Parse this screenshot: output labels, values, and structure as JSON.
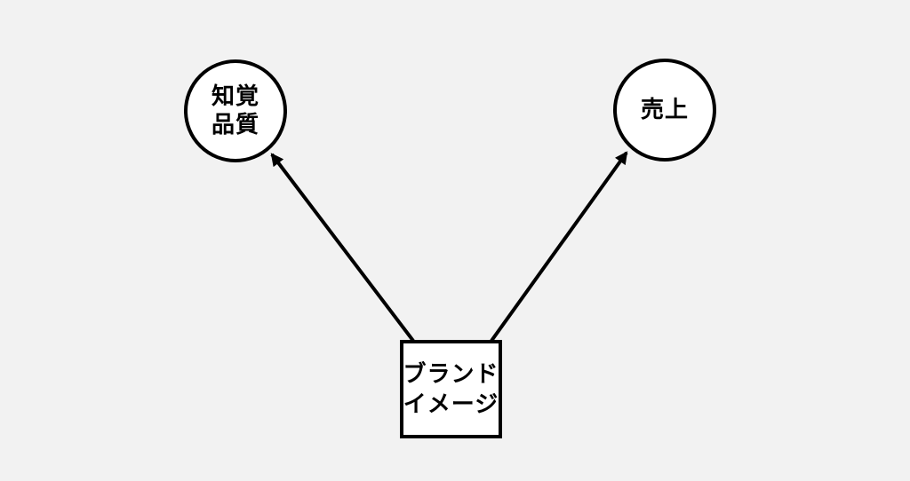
{
  "diagram": {
    "background_color": "#f2f2f2",
    "node_fill_color": "#ffffff",
    "line_color": "#000000",
    "nodes": {
      "perceived_quality": {
        "shape": "circle",
        "line1": "知覚",
        "line2": "品質"
      },
      "sales": {
        "shape": "circle",
        "label": "売上"
      },
      "brand_image": {
        "shape": "rect",
        "line1": "ブランド",
        "line2": "イメージ"
      }
    },
    "edges": [
      {
        "from": "brand_image",
        "to": "perceived_quality",
        "style": "arrow"
      },
      {
        "from": "brand_image",
        "to": "sales",
        "style": "arrow"
      }
    ]
  }
}
